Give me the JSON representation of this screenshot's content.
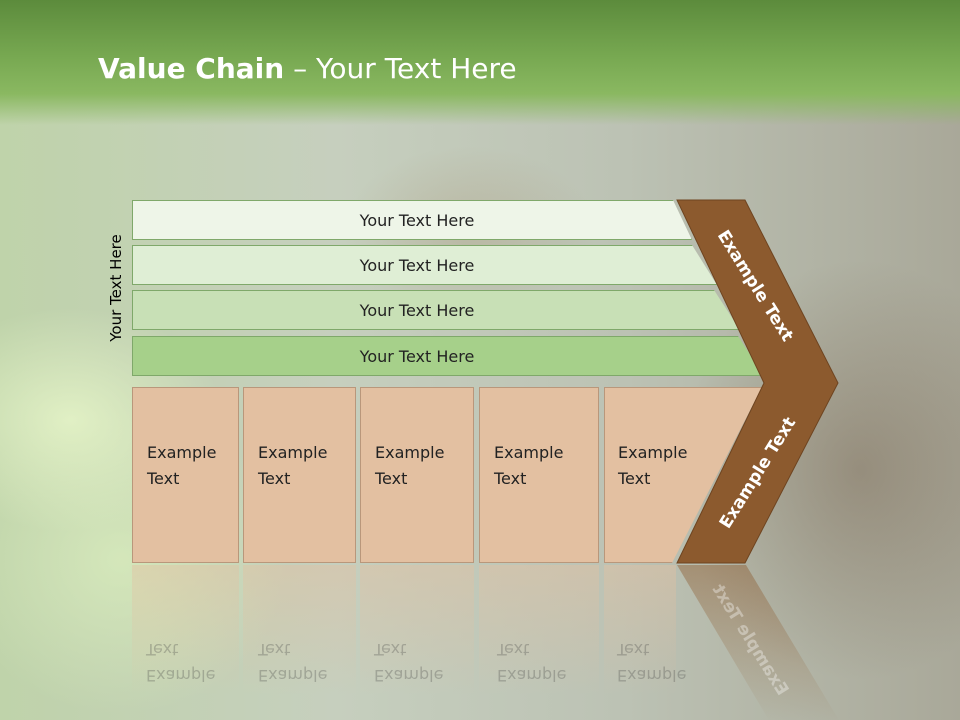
{
  "slide": {
    "title_bold": "Value Chain",
    "title_rest": " – Your Text Here"
  },
  "side_label": "Your Text Here",
  "bars": [
    {
      "label": "Your Text Here"
    },
    {
      "label": "Your Text Here"
    },
    {
      "label": "Your Text Here"
    },
    {
      "label": "Your Text Here"
    }
  ],
  "boxes": [
    {
      "label": "Example\nText"
    },
    {
      "label": "Example\nText"
    },
    {
      "label": "Example\nText"
    },
    {
      "label": "Example\nText"
    },
    {
      "label": "Example\nText"
    }
  ],
  "chevron": {
    "upper_label": "Example Text",
    "lower_label": "Example Text",
    "color": "#8c5a2e"
  },
  "colors": {
    "header": "#77a851",
    "box_fill": "#e3c0a1",
    "bar_dark": "#a6d08a"
  }
}
